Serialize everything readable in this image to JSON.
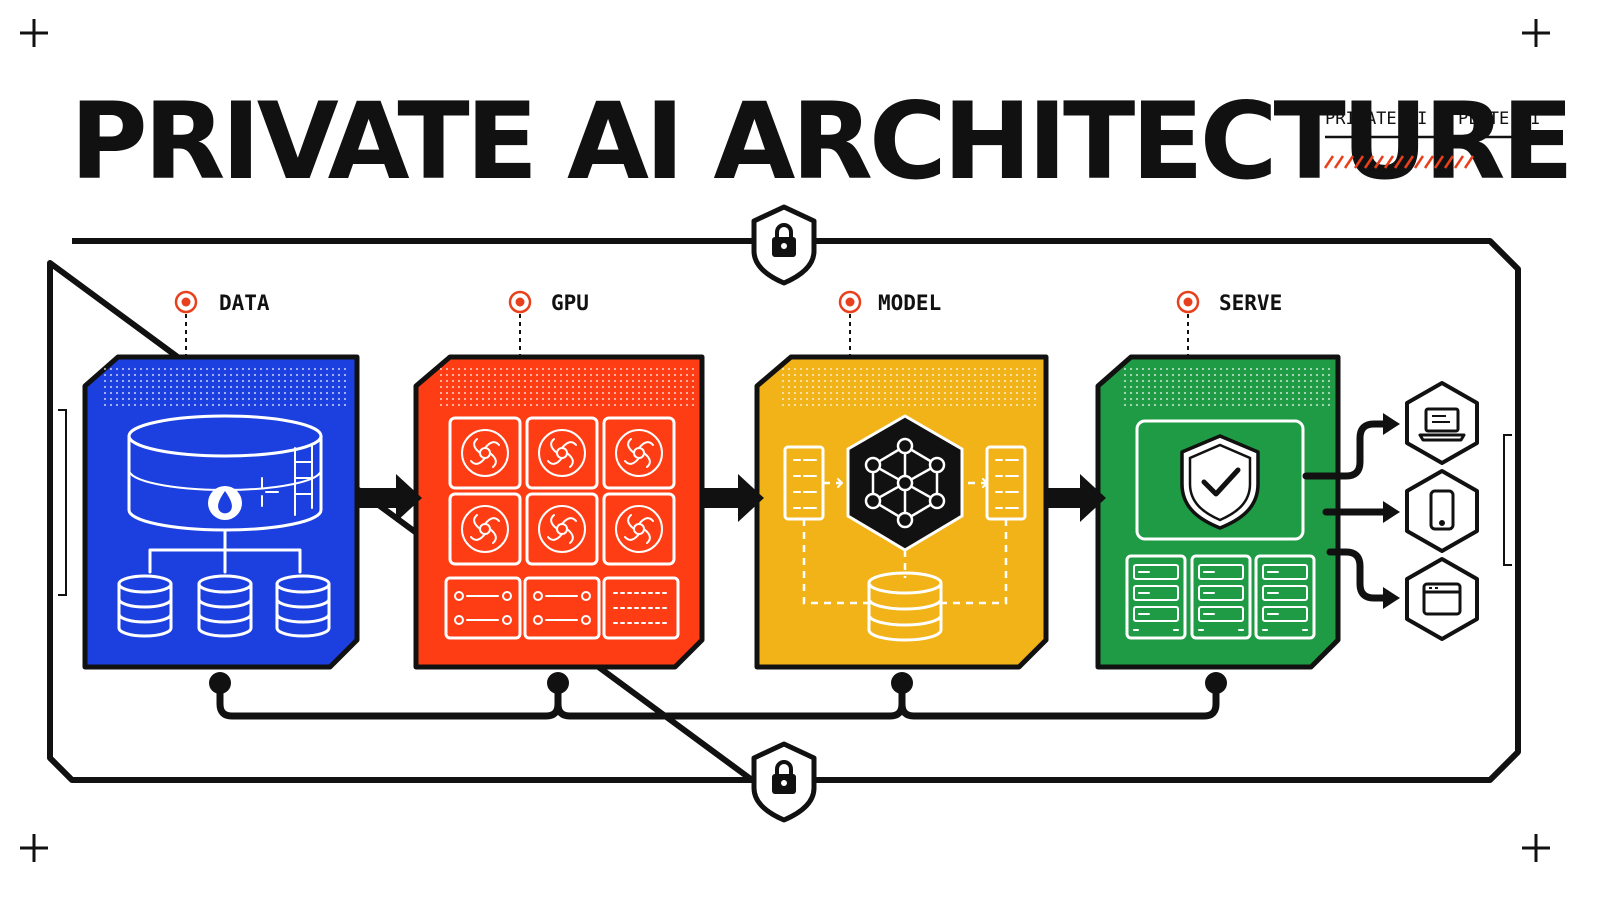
{
  "title": "PRIVATE AI ARCHITECTURE",
  "plate": {
    "label": "PRIVATE AI · PLATE 01"
  },
  "colors": {
    "data": "#1c3fe0",
    "gpu": "#ff3d14",
    "model": "#f2b318",
    "serve": "#1f9a45",
    "marker": "#e8401c",
    "ink": "#111111"
  },
  "stages": [
    {
      "id": "data",
      "label": "DATA",
      "icon": "database-icon"
    },
    {
      "id": "gpu",
      "label": "GPU",
      "icon": "gpu-fan-icon"
    },
    {
      "id": "model",
      "label": "MODEL",
      "icon": "neural-network-icon"
    },
    {
      "id": "serve",
      "label": "SERVE",
      "icon": "shield-check-icon"
    }
  ],
  "endpoints": [
    {
      "icon": "laptop-icon"
    },
    {
      "icon": "smartphone-icon"
    },
    {
      "icon": "browser-window-icon"
    }
  ],
  "locks": [
    {
      "icon": "lock-icon"
    },
    {
      "icon": "lock-icon"
    }
  ]
}
